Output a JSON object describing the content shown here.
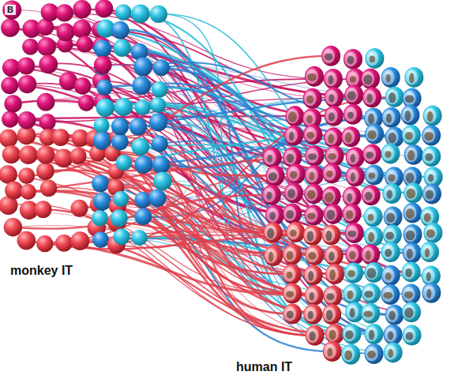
{
  "diagram": {
    "labels": [
      "B",
      "monkey IT",
      "human IT"
    ]
  }
}
